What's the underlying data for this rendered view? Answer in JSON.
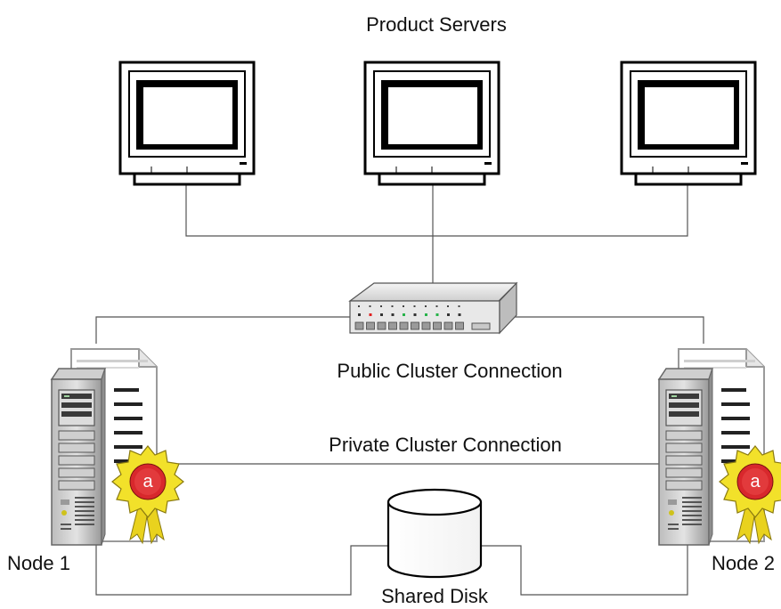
{
  "title": "Product Servers",
  "labels": {
    "public": "Public Cluster Connection",
    "private": "Private Cluster Connection",
    "node1": "Node 1",
    "node2": "Node 2",
    "disk": "Shared Disk"
  },
  "badge_letter": "a",
  "colors": {
    "line": "#555555",
    "rosette": "#f2e12a",
    "badge": "#d8282c",
    "led_red": "#e02020",
    "led_green": "#27b34a"
  }
}
